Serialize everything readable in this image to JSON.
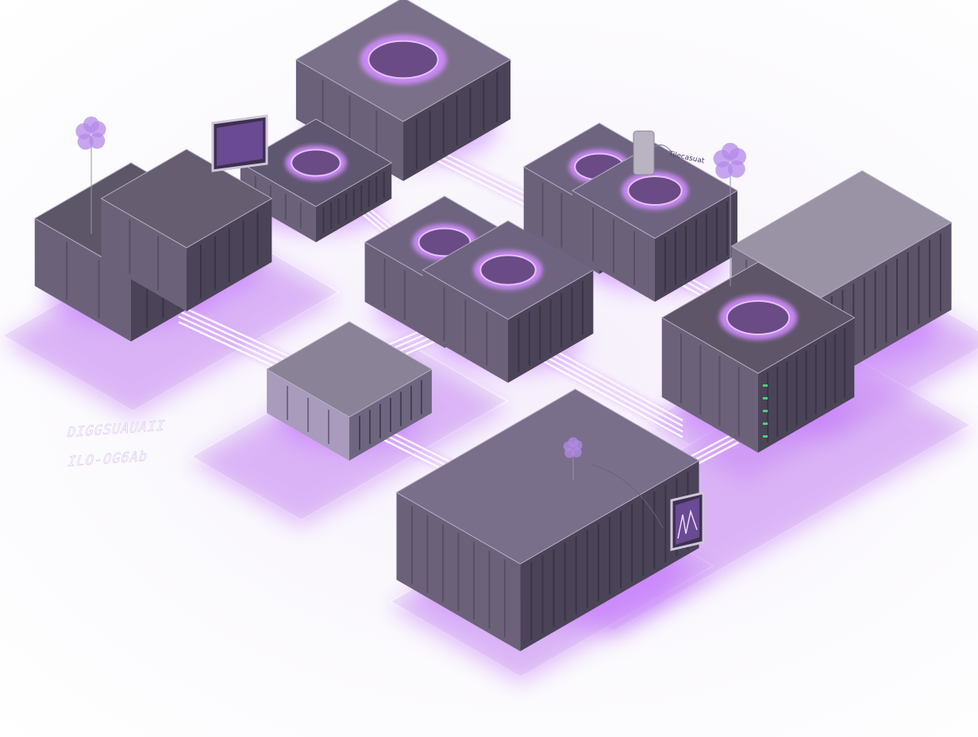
{
  "illustration": {
    "accent_color": "#b15cf0",
    "glow_color": "#c77dff",
    "device_color": "#5a5266",
    "platform_color": "#efe6f8",
    "floating_text": {
      "line1": "DIGGSUAUAII",
      "line2": "ILO-OG6Ab",
      "callout": "Tilecasuat"
    },
    "icons": [
      "cloud-icon",
      "cloud-icon",
      "cloud-icon",
      "monitor-icon",
      "chart-monitor-icon",
      "sensor-icon"
    ]
  }
}
